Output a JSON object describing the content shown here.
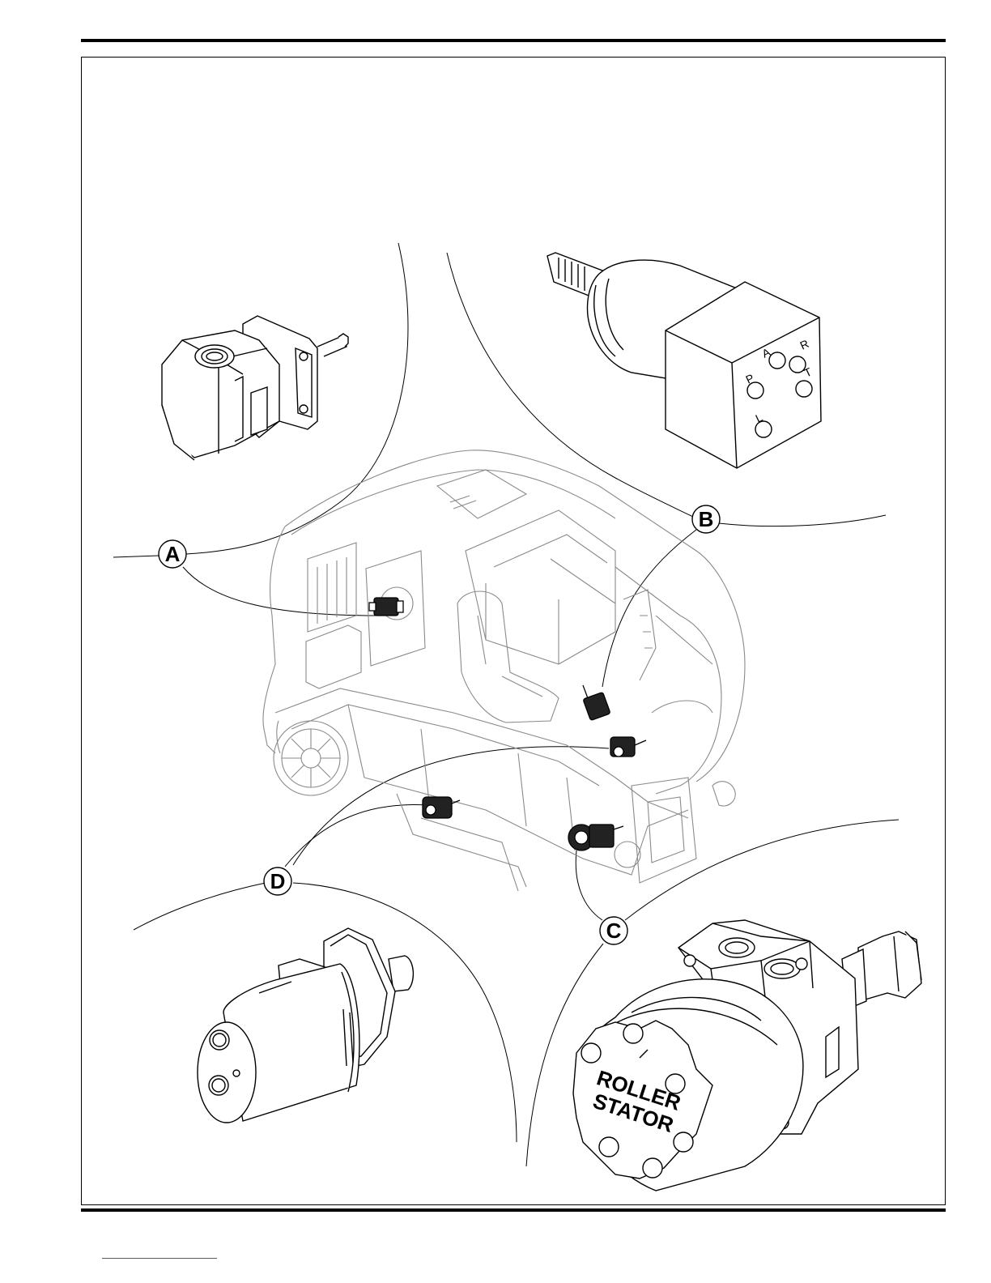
{
  "callouts": {
    "a": "A",
    "b": "B",
    "c": "C",
    "d": "D"
  },
  "valve_ports": {
    "a": "A",
    "r": "R",
    "p": "P",
    "t": "T",
    "l": "L"
  },
  "motor_stamp": {
    "line1": "ROLLER",
    "line2": "STATOR"
  },
  "colors": {
    "ink": "#000000",
    "machine_line": "#8a8a8a",
    "footer_link": "#3a57c7"
  }
}
